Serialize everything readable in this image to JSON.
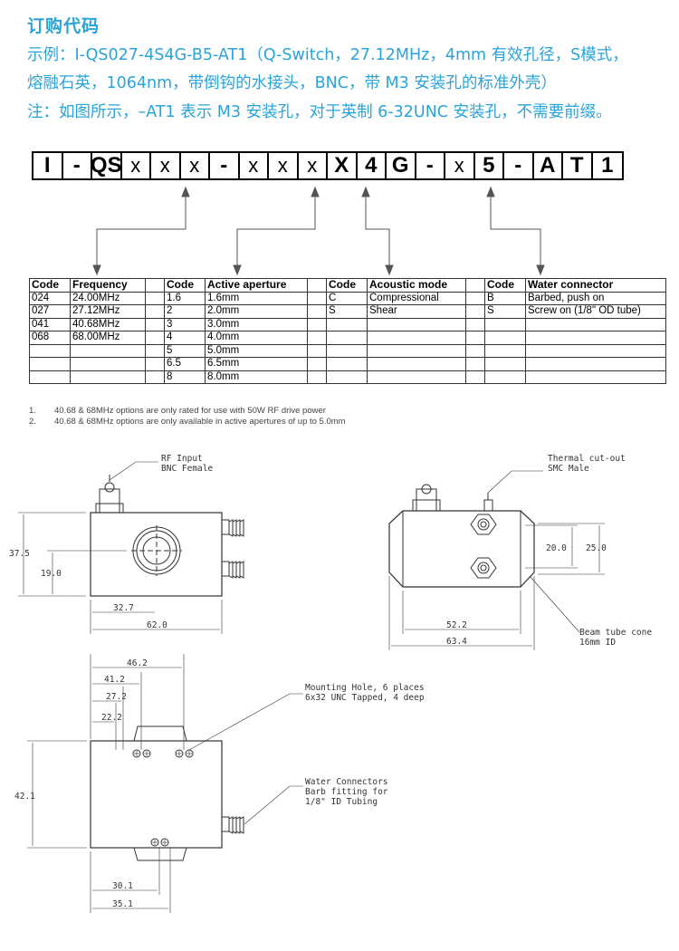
{
  "header": {
    "title": "订购代码",
    "example_line1": "示例：I-QS027-4S4G-B5-AT1（Q-Switch，27.12MHz，4mm 有效孔径，S模式，",
    "example_line2": "熔融石英，1064nm，带倒钩的水接头，BNC，带 M3 安装孔的标准外壳）",
    "note_line": "注：如图所示，–AT1 表示 M3 安装孔，对于英制 6-32UNC 安装孔，不需要前缀。"
  },
  "code_boxes": [
    "I",
    "-",
    "QS",
    "x",
    "x",
    "x",
    "-",
    "x",
    "x",
    "x",
    "X",
    "4",
    "G",
    "-",
    "x",
    "5",
    "-",
    "A",
    "T",
    "1"
  ],
  "table": {
    "headers": [
      "Code",
      "Frequency",
      "",
      "Code",
      "Active aperture",
      "",
      "Code",
      "Acoustic mode",
      "",
      "Code",
      "Water connector"
    ],
    "rows": [
      [
        "024",
        "24.00MHz",
        "",
        "1.6",
        "1.6mm",
        "",
        "C",
        "Compressional",
        "",
        "B",
        "Barbed, push on"
      ],
      [
        "027",
        "27.12MHz",
        "",
        "2",
        "2.0mm",
        "",
        "S",
        "Shear",
        "",
        "S",
        "Screw on (1/8\" OD tube)"
      ],
      [
        "041",
        "40.68MHz",
        "",
        "3",
        "3.0mm",
        "",
        "",
        "",
        "",
        "",
        ""
      ],
      [
        "068",
        "68.00MHz",
        "",
        "4",
        "4.0mm",
        "",
        "",
        "",
        "",
        "",
        ""
      ],
      [
        "",
        "",
        "",
        "5",
        "5.0mm",
        "",
        "",
        "",
        "",
        "",
        ""
      ],
      [
        "",
        "",
        "",
        "6.5",
        "6.5mm",
        "",
        "",
        "",
        "",
        "",
        ""
      ],
      [
        "",
        "",
        "",
        "8",
        "8.0mm",
        "",
        "",
        "",
        "",
        "",
        ""
      ]
    ]
  },
  "notes": [
    {
      "num": "1.",
      "text": "40.68 & 68MHz options are only rated for use with 50W RF drive power"
    },
    {
      "num": "2.",
      "text": "40.68 & 68MHz options are only available in active apertures of up to 5.0mm"
    }
  ],
  "drawing": {
    "rf_input": "RF Input",
    "bnc_female": "BNC Female",
    "thermal": "Thermal cut-out",
    "smc_male": "SMC Male",
    "beam_tube": "Beam tube cone",
    "beam_tube_id": "16mm ID",
    "mounting": "Mounting Hole, 6 places",
    "mounting2": "6x32 UNC Tapped, 4 deep",
    "water": "Water Connectors",
    "water2": "Barb fitting for",
    "water3": "1/8\" ID Tubing",
    "d_37_5": "37.5",
    "d_19_0": "19.0",
    "d_32_7": "32.7",
    "d_62_0": "62.0",
    "d_20_0": "20.0",
    "d_25_0": "25.0",
    "d_52_2": "52.2",
    "d_63_4": "63.4",
    "d_46_2": "46.2",
    "d_41_2": "41.2",
    "d_27_2": "27.2",
    "d_22_2": "22.2",
    "d_42_1": "42.1",
    "d_30_1": "30.1",
    "d_35_1": "35.1"
  }
}
